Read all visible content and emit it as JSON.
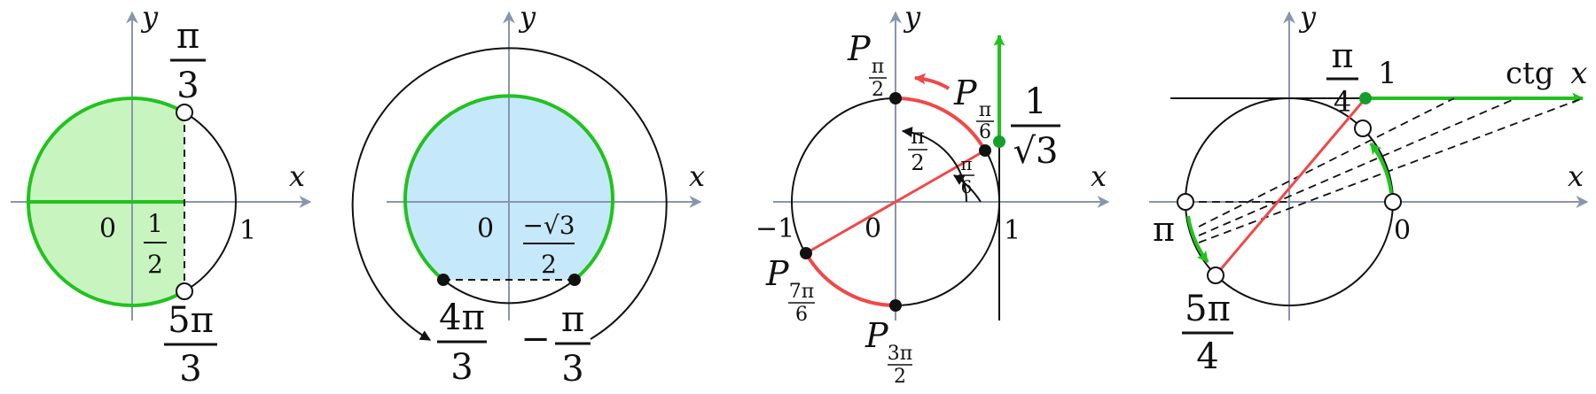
{
  "colors": {
    "axis": "#8896ad",
    "green": "#22c21e",
    "green_fill": "#c8f5bf",
    "blue_fill": "#c6e8fb",
    "red": "#f04848",
    "black": "#111111",
    "dot": "#159f2a"
  },
  "axes": {
    "x": "x",
    "y": "y"
  },
  "panel1": {
    "origin": "0",
    "one": "1",
    "half_num": "1",
    "half_den": "2",
    "top_num": "π",
    "top_den": "3",
    "bottom_num": "5π",
    "bottom_den": "3"
  },
  "panel2": {
    "origin": "0",
    "cos_num": "−√3",
    "cos_den": "2",
    "left_num": "4π",
    "left_den": "3",
    "right_minus": "−",
    "right_num": "π",
    "right_den": "3"
  },
  "panel3": {
    "origin": "0",
    "minus_one": "−1",
    "one": "1",
    "p": "P",
    "p_top_num": "π",
    "p_top_den": "2",
    "p_right_num": "π",
    "p_right_den": "6",
    "p_left_num": "7π",
    "p_left_den": "6",
    "p_bottom_num": "3π",
    "p_bottom_den": "2",
    "arc_num": "π",
    "arc_den": "2",
    "angle_num": "π",
    "angle_den": "6",
    "tan_num": "1",
    "tan_den": "√3"
  },
  "panel4": {
    "zero": "0",
    "pi": "π",
    "one": "1",
    "quarter_num": "π",
    "quarter_den": "4",
    "five_num": "5π",
    "five_den": "4",
    "ctg": "ctg",
    "ctg_var": "x"
  }
}
